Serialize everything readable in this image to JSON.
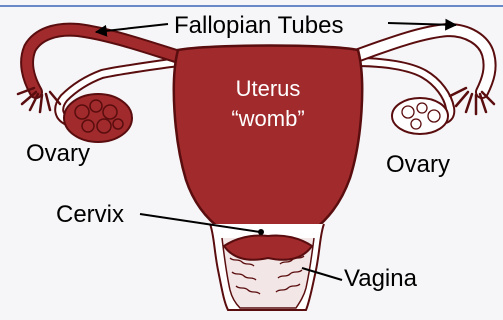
{
  "labels": {
    "fallopian_tubes": "Fallopian Tubes",
    "uterus": "Uterus",
    "womb": "“womb”",
    "ovary_left": "Ovary",
    "ovary_right": "Ovary",
    "cervix": "Cervix",
    "vagina": "Vagina"
  },
  "colors": {
    "organ_fill": "#a02a2c",
    "organ_outline": "#5a0d0e",
    "background": "#f6f6f8",
    "top_rule": "#6a87c8"
  }
}
